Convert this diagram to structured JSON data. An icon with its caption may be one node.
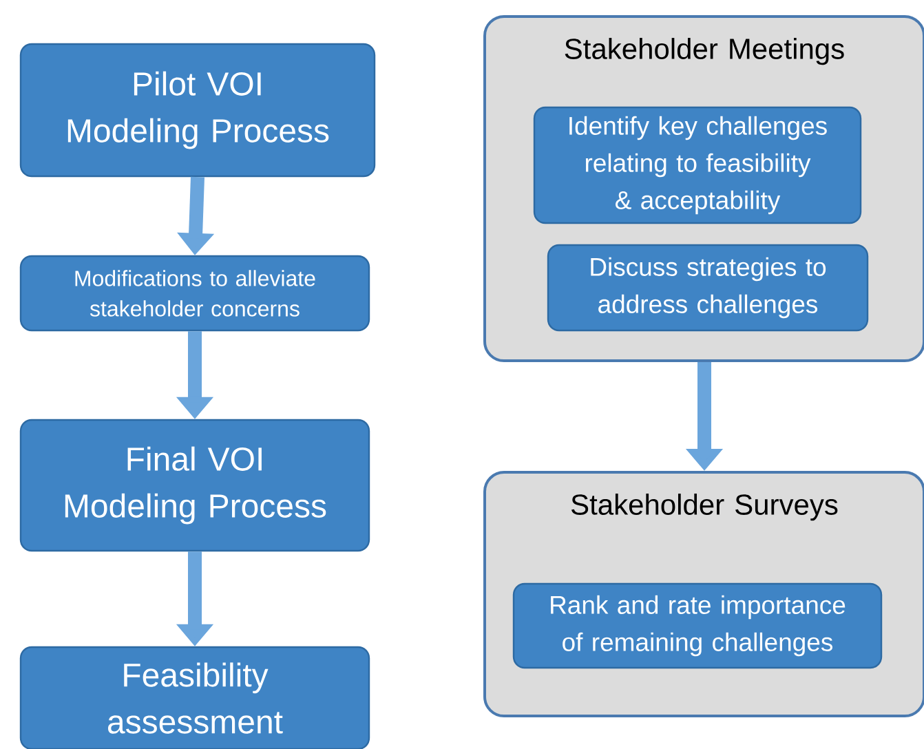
{
  "diagram": {
    "nodes": [
      {
        "text": [
          "Pilot VOI Modeling Process"
        ]
      },
      {
        "text": [
          "Stakeholder Meetings"
        ]
      },
      {
        "text": [
          "Identify key challenges relating to feasibility & acceptability"
        ],
        "in": 1
      },
      {
        "text": [
          "Discuss strategies to address challenges"
        ],
        "in": 1
      },
      {
        "text": [
          "Modifications to alleviate stakeholder concerns"
        ]
      },
      {
        "text": [
          "Final VOI Modeling Process"
        ]
      },
      {
        "text": [
          "Stakeholder Surveys"
        ]
      },
      {
        "text": [
          "Rank and rate importance of remaining challenges"
        ],
        "in": 6
      },
      {
        "text": [
          "Feasibility assessment"
        ]
      }
    ],
    "edges": [
      {
        "from": 0,
        "to": 4,
        "arrow": "to"
      },
      {
        "from": 4,
        "to": 5,
        "arrow": "to"
      },
      {
        "from": 1,
        "to": 6,
        "arrow": "to"
      },
      {
        "from": 5,
        "to": 8,
        "arrow": "to"
      }
    ]
  }
}
